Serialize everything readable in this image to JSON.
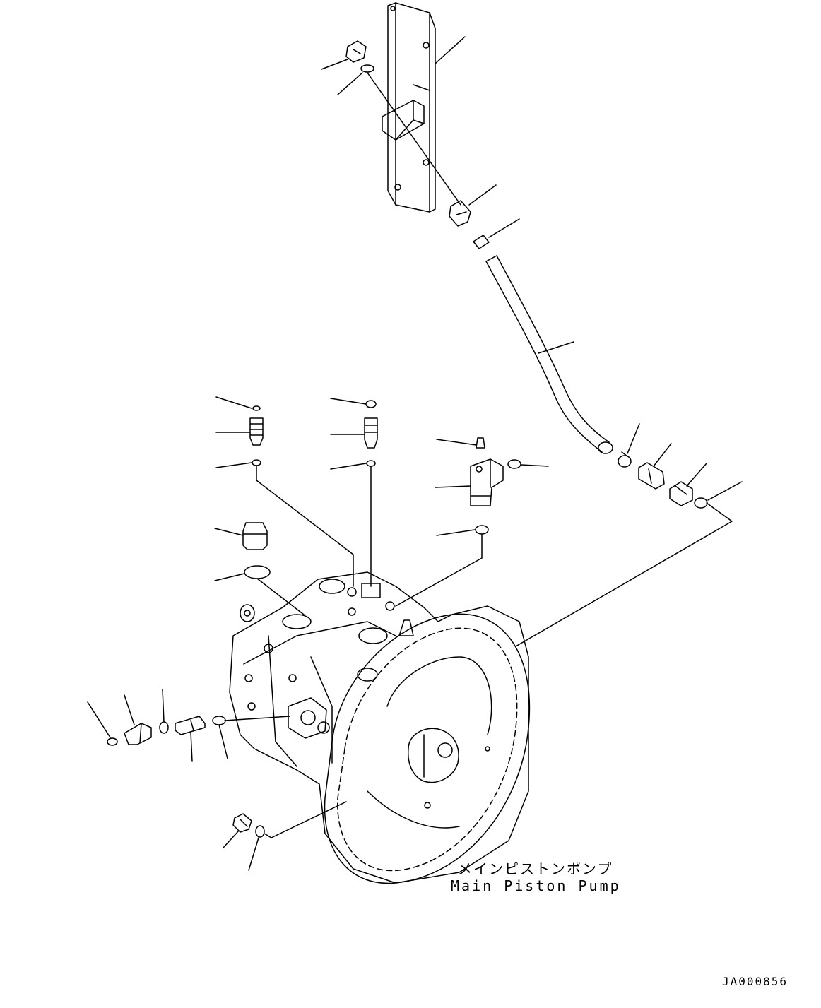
{
  "diagram": {
    "part_name_jp": "メインピストンポンプ",
    "part_name_en": "Main Piston Pump",
    "drawing_code": "JA000856"
  },
  "style": {
    "line_color": "#000000",
    "background": "#ffffff"
  }
}
